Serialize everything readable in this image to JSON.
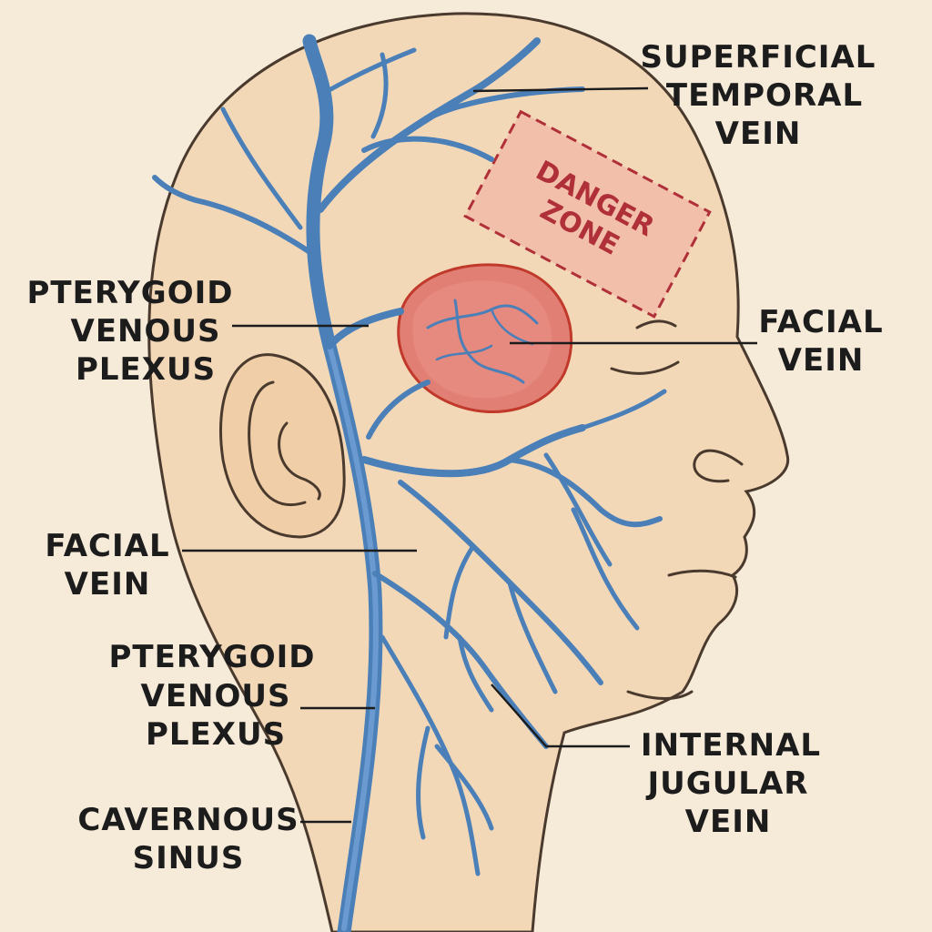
{
  "labels": {
    "superficial_temporal_vein": [
      "SUPERFICIAL",
      "TEMPORAL",
      "VEIN"
    ],
    "pterygoid_venous_plexus_upper": [
      "PTERYGOID",
      "VENOUS",
      "PLEXUS"
    ],
    "facial_vein_right": [
      "FACIAL",
      "VEIN"
    ],
    "facial_vein_left": [
      "FACIAL",
      "VEIN"
    ],
    "pterygoid_venous_plexus_lower": [
      "PTERYGOID",
      "VENOUS",
      "PLEXUS"
    ],
    "internal_jugular_vein": [
      "INTERNAL",
      "JUGULAR",
      "VEIN"
    ],
    "cavernous_sinus": [
      "CAVERNOUS",
      "SINUS"
    ]
  },
  "danger_zone": [
    "DANGER",
    "ZONE"
  ],
  "colors": {
    "background": "#f6ead9",
    "skin": "#f3d8b8",
    "vein": "#4a7fb8",
    "plexus": "#de7068",
    "danger": "#b0303a",
    "danger_fill": "#f2b7a5"
  }
}
